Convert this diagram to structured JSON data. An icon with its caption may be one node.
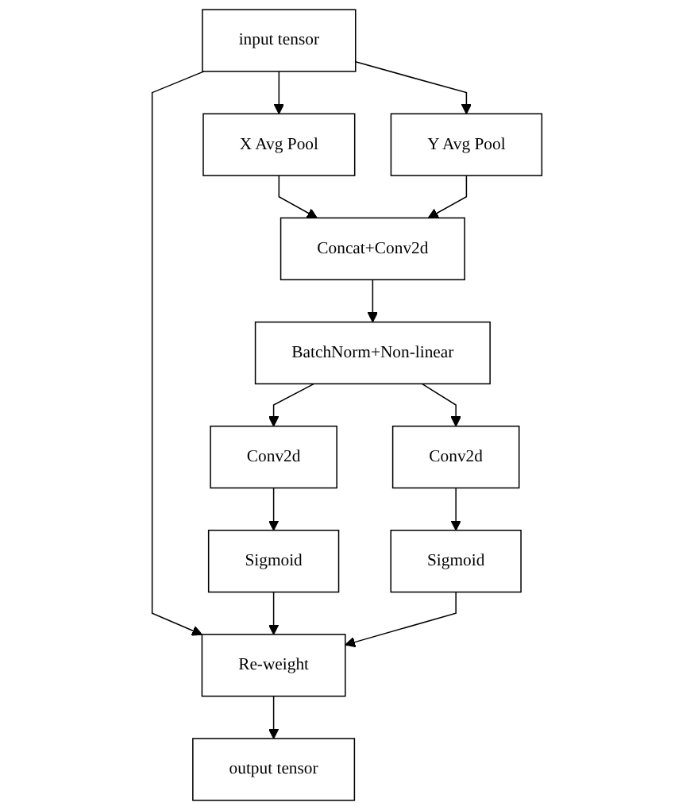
{
  "diagram": {
    "nodes": [
      {
        "text": [
          "input tensor"
        ]
      },
      {
        "text": [
          "X Avg Pool"
        ]
      },
      {
        "text": [
          "Y Avg Pool"
        ]
      },
      {
        "text": [
          "Concat+Conv2d"
        ]
      },
      {
        "text": [
          "BatchNorm+Non-linear"
        ]
      },
      {
        "text": [
          "Conv2d"
        ]
      },
      {
        "text": [
          "Conv2d"
        ]
      },
      {
        "text": [
          "Sigmoid"
        ]
      },
      {
        "text": [
          "Sigmoid"
        ]
      },
      {
        "text": [
          "Re-weight"
        ]
      },
      {
        "text": [
          "output tensor"
        ]
      }
    ],
    "edges": [
      {
        "from": 0,
        "to": 1,
        "arrow": "to"
      },
      {
        "from": 0,
        "to": 2,
        "arrow": "to"
      },
      {
        "from": 0,
        "to": 9,
        "arrow": "to"
      },
      {
        "from": 1,
        "to": 3,
        "arrow": "to"
      },
      {
        "from": 2,
        "to": 3,
        "arrow": "to"
      },
      {
        "from": 3,
        "to": 4,
        "arrow": "to"
      },
      {
        "from": 4,
        "to": 5,
        "arrow": "to"
      },
      {
        "from": 4,
        "to": 6,
        "arrow": "to"
      },
      {
        "from": 5,
        "to": 7,
        "arrow": "to"
      },
      {
        "from": 6,
        "to": 8,
        "arrow": "to"
      },
      {
        "from": 7,
        "to": 9,
        "arrow": "to"
      },
      {
        "from": 8,
        "to": 9,
        "arrow": "to"
      },
      {
        "from": 9,
        "to": 10,
        "arrow": "to"
      }
    ]
  }
}
